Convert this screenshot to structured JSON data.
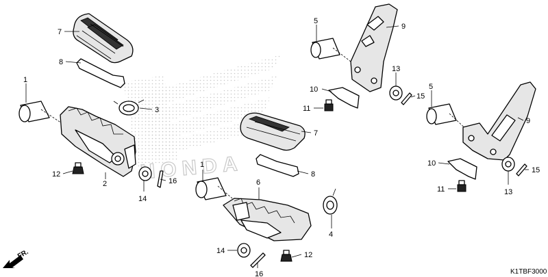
{
  "diagram": {
    "code": "K1TBF3000",
    "direction": "FR.",
    "watermark_text": "HONDA",
    "callouts": [
      {
        "id": "c-1-left",
        "text": "1"
      },
      {
        "id": "c-2",
        "text": "2"
      },
      {
        "id": "c-3",
        "text": "3"
      },
      {
        "id": "c-7-top",
        "text": "7"
      },
      {
        "id": "c-8-top",
        "text": "8"
      },
      {
        "id": "c-12-left",
        "text": "12"
      },
      {
        "id": "c-14-left",
        "text": "14"
      },
      {
        "id": "c-16-left",
        "text": "16"
      },
      {
        "id": "c-7-mid",
        "text": "7"
      },
      {
        "id": "c-8-mid",
        "text": "8"
      },
      {
        "id": "c-1-mid",
        "text": "1"
      },
      {
        "id": "c-6",
        "text": "6"
      },
      {
        "id": "c-4",
        "text": "4"
      },
      {
        "id": "c-14-bot",
        "text": "14"
      },
      {
        "id": "c-12-bot",
        "text": "12"
      },
      {
        "id": "c-16-bot",
        "text": "16"
      },
      {
        "id": "c-5-top",
        "text": "5"
      },
      {
        "id": "c-9-top",
        "text": "9"
      },
      {
        "id": "c-10-top",
        "text": "10"
      },
      {
        "id": "c-11-top",
        "text": "11"
      },
      {
        "id": "c-13-top",
        "text": "13"
      },
      {
        "id": "c-15-top",
        "text": "15"
      },
      {
        "id": "c-5-right",
        "text": "5"
      },
      {
        "id": "c-9-right",
        "text": "9"
      },
      {
        "id": "c-10-bot",
        "text": "10"
      },
      {
        "id": "c-11-bot",
        "text": "11"
      },
      {
        "id": "c-13-bot",
        "text": "13"
      },
      {
        "id": "c-15-bot",
        "text": "15"
      }
    ]
  }
}
